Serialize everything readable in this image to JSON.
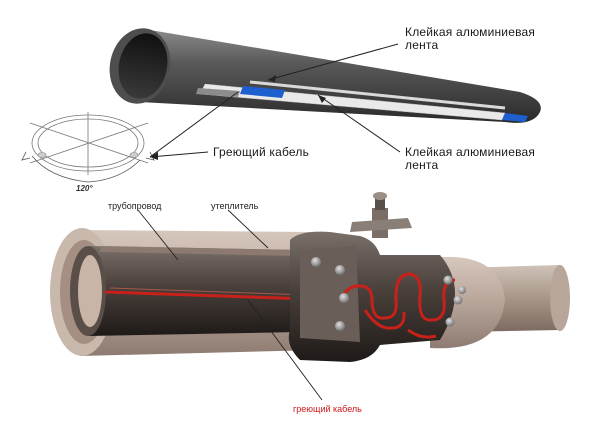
{
  "labels": {
    "tape_top_line1": "Клейкая алюминиевая",
    "tape_top_line2": "лента",
    "heating_cable": "Греющий кабель",
    "tape_bottom_line1": "Клейкая алюминиевая",
    "tape_bottom_line2": "лента",
    "pipeline": "трубопровод",
    "insulation": "утеплитель",
    "heating_cable_red": "греющий кабель",
    "angle": "120°"
  },
  "colors": {
    "pipe_dark": "#3a3a3a",
    "pipe_mid": "#6a6a6a",
    "foil": "#e8e8e8",
    "tape_blue": "#1e5fd0",
    "cable_red": "#c8201a",
    "insulation": "#b8a59a",
    "label_red": "#d01818"
  }
}
